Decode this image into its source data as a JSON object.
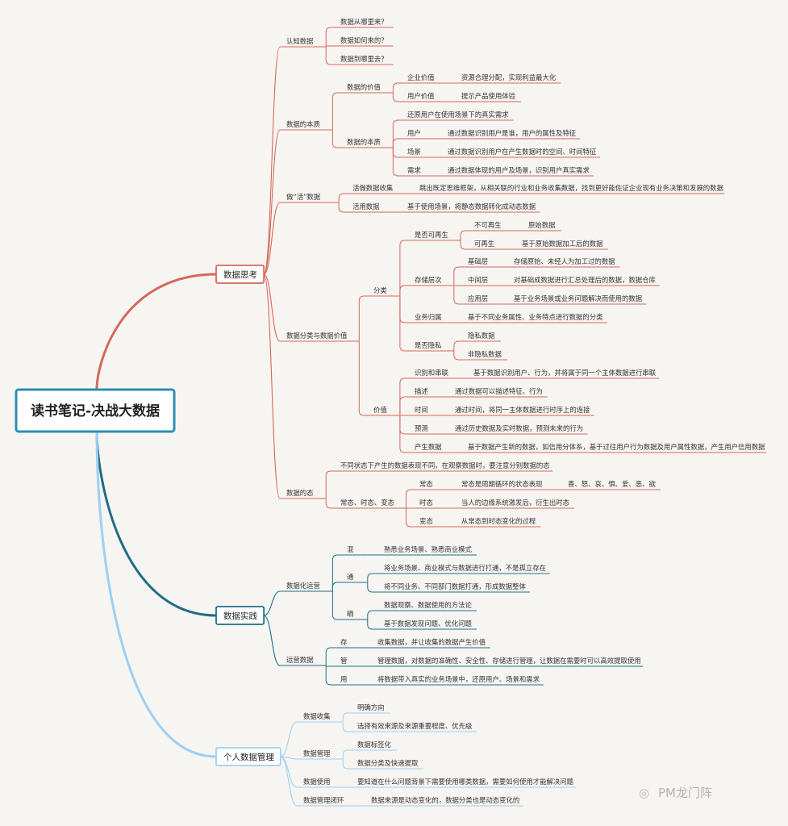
{
  "root": "读书笔记-决战大数据",
  "watermark": "PM龙门阵",
  "colors": {
    "b1": "#d6675a",
    "b2": "#1f6e85",
    "b3": "#9fcff2"
  },
  "branches": [
    {
      "label": "数据思考",
      "children": [
        {
          "label": "认知数据",
          "children": [
            {
              "label": "数据从哪里来？"
            },
            {
              "label": "数据如何来的？"
            },
            {
              "label": "数据到哪里去？"
            }
          ]
        },
        {
          "label": "数据的本质",
          "children": [
            {
              "label": "数据的价值",
              "children": [
                {
                  "label": "企业价值",
                  "children": [
                    {
                      "label": "资源合理分配，实现利益最大化"
                    }
                  ]
                },
                {
                  "label": "用户价值",
                  "children": [
                    {
                      "label": "提示产品使用体验"
                    }
                  ]
                }
              ]
            },
            {
              "label": "数据的本质",
              "children": [
                {
                  "label": "还原用户在使用场景下的真实需求"
                },
                {
                  "label": "用户",
                  "children": [
                    {
                      "label": "通过数据识别用户是谁，用户的属性及特征"
                    }
                  ]
                },
                {
                  "label": "场景",
                  "children": [
                    {
                      "label": "通过数据识别用户在产生数据时的空间、时间特征"
                    }
                  ]
                },
                {
                  "label": "需求",
                  "children": [
                    {
                      "label": "通过数据体现的用户及场景，识别用户真实需求"
                    }
                  ]
                }
              ]
            }
          ]
        },
        {
          "label": "做“活”数据",
          "children": [
            {
              "label": "活做数据收集",
              "children": [
                {
                  "label": "跳出既定思维框架，从相关联的行业和业务收集数据，找到更好能佐证企业现有业务决策和发展的数据"
                }
              ]
            },
            {
              "label": "活用数据",
              "children": [
                {
                  "label": "基于使用场景，将静态数据转化成动态数据"
                }
              ]
            }
          ]
        },
        {
          "label": "数据分类与数据价值",
          "children": [
            {
              "label": "分类",
              "children": [
                {
                  "label": "是否可再生",
                  "children": [
                    {
                      "label": "不可再生",
                      "children": [
                        {
                          "label": "原始数据"
                        }
                      ]
                    },
                    {
                      "label": "可再生",
                      "children": [
                        {
                          "label": "基于原始数据加工后的数据"
                        }
                      ]
                    }
                  ]
                },
                {
                  "label": "存储层次",
                  "children": [
                    {
                      "label": "基础层",
                      "children": [
                        {
                          "label": "存储原始、未经人为加工过的数据"
                        }
                      ]
                    },
                    {
                      "label": "中间层",
                      "children": [
                        {
                          "label": "对基础成数据进行汇总处理后的数据，数据仓库"
                        }
                      ]
                    },
                    {
                      "label": "应用层",
                      "children": [
                        {
                          "label": "基于业务场景或业务问题解决而使用的数据"
                        }
                      ]
                    }
                  ]
                },
                {
                  "label": "业务归属",
                  "children": [
                    {
                      "label": "基于不同业务属性、业务特点进行数据的分类"
                    }
                  ]
                },
                {
                  "label": "是否隐私",
                  "children": [
                    {
                      "label": "隐私数据"
                    },
                    {
                      "label": "非隐私数据"
                    }
                  ]
                }
              ]
            },
            {
              "label": "价值",
              "children": [
                {
                  "label": "识别和串联",
                  "children": [
                    {
                      "label": "基于数据识别用户、行为，并将属于同一个主体数据进行串联"
                    }
                  ]
                },
                {
                  "label": "描述",
                  "children": [
                    {
                      "label": "通过数据可以描述特征、行为"
                    }
                  ]
                },
                {
                  "label": "时间",
                  "children": [
                    {
                      "label": "通过时间，将同一主体数据进行时序上的连接"
                    }
                  ]
                },
                {
                  "label": "预测",
                  "children": [
                    {
                      "label": "通过历史数据及实时数据，预测未来的行为"
                    }
                  ]
                },
                {
                  "label": "产生数据",
                  "children": [
                    {
                      "label": "基于数据产生新的数据，如信用分体系，基于过往用户行为数据及用户属性数据，产生用户信用数据"
                    }
                  ]
                }
              ]
            }
          ]
        },
        {
          "label": "数据的态",
          "children": [
            {
              "label": "不同状态下产生的数据表现不同，在观察数据时，要注意分别数据的态"
            },
            {
              "label": "常态、时态、变态",
              "children": [
                {
                  "label": "常态",
                  "children": [
                    {
                      "label": "常态是周期循环的状态表现",
                      "children": [
                        {
                          "label": "喜、怒、哀、惧、爱、恶、欲"
                        }
                      ]
                    }
                  ]
                },
                {
                  "label": "时态",
                  "children": [
                    {
                      "label": "当人的边缘系统激发后，衍生出时态"
                    }
                  ]
                },
                {
                  "label": "变态",
                  "children": [
                    {
                      "label": "从常态到时态变化的过程"
                    }
                  ]
                }
              ]
            }
          ]
        }
      ]
    },
    {
      "label": "数据实践",
      "children": [
        {
          "label": "数据化运营",
          "children": [
            {
              "label": "混",
              "children": [
                {
                  "label": "熟悉业务场景、熟悉商业模式"
                }
              ]
            },
            {
              "label": "通",
              "children": [
                {
                  "label": "将业务场景、商业模式与数据进行打通，不是孤立存在"
                },
                {
                  "label": "将不同业务、不同部门数据打通，形成数据整体"
                }
              ]
            },
            {
              "label": "晒",
              "children": [
                {
                  "label": "数据观察、数据使用的方法论"
                },
                {
                  "label": "基于数据发现问题、优化问题"
                }
              ]
            }
          ]
        },
        {
          "label": "运营数据",
          "children": [
            {
              "label": "存",
              "children": [
                {
                  "label": "收集数据，并让收集的数据产生价值"
                }
              ]
            },
            {
              "label": "管",
              "children": [
                {
                  "label": "管理数据，对数据的准确性、安全性、存储进行管理，让数据在需要时可以高效提取使用"
                }
              ]
            },
            {
              "label": "用",
              "children": [
                {
                  "label": "将数据带入真实的业务场景中，还原用户、场景和需求"
                }
              ]
            }
          ]
        }
      ]
    },
    {
      "label": "个人数据管理",
      "children": [
        {
          "label": "数据收集",
          "children": [
            {
              "label": "明确方向"
            },
            {
              "label": "选择有效来源及来源重要程度、优先级"
            }
          ]
        },
        {
          "label": "数据管理",
          "children": [
            {
              "label": "数据标签化"
            },
            {
              "label": "数据分类及快速提取"
            }
          ]
        },
        {
          "label": "数据使用",
          "children": [
            {
              "label": "要知道在什么问题背景下需要使用哪类数据，需要如何使用才能解决问题"
            }
          ]
        },
        {
          "label": "数据管理闭环",
          "children": [
            {
              "label": "数据来源是动态变化的，数据分类也是动态变化的"
            }
          ]
        }
      ]
    }
  ]
}
